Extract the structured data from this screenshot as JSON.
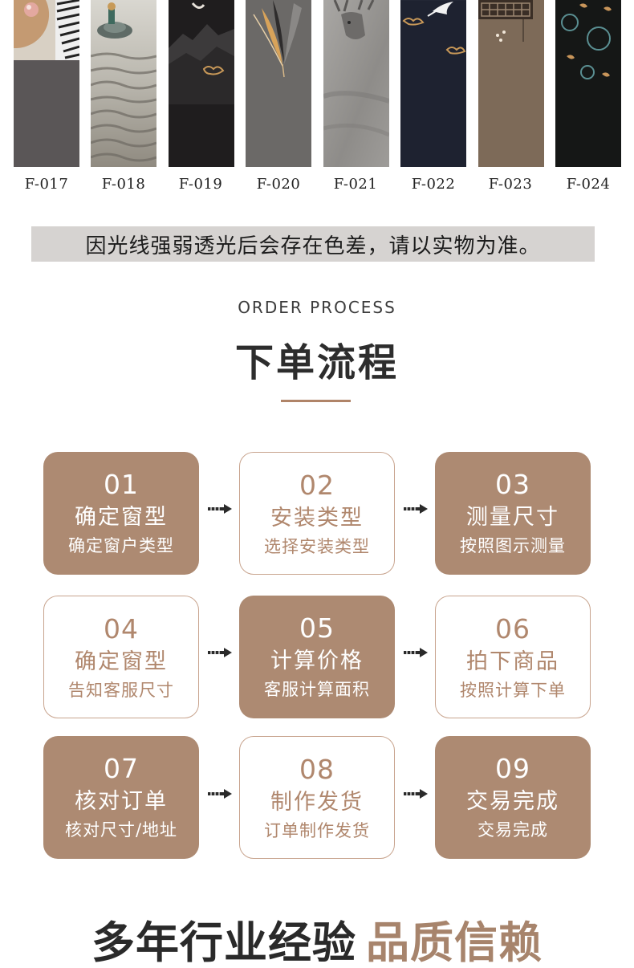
{
  "swatches": [
    {
      "code": "F-017",
      "art": "zebra-icon"
    },
    {
      "code": "F-018",
      "art": "water-icon"
    },
    {
      "code": "F-019",
      "art": "mountain-icon"
    },
    {
      "code": "F-020",
      "art": "feather-icon"
    },
    {
      "code": "F-021",
      "art": "deer-icon"
    },
    {
      "code": "F-022",
      "art": "crane-icon"
    },
    {
      "code": "F-023",
      "art": "lattice-icon"
    },
    {
      "code": "F-024",
      "art": "fish-icon"
    }
  ],
  "notice": "因光线强弱透光后会存在色差，请以实物为准。",
  "heading": {
    "en": "ORDER PROCESS",
    "cn": "下单流程"
  },
  "steps": [
    {
      "num": "01",
      "title": "确定窗型",
      "sub": "确定窗户类型",
      "style": "filled"
    },
    {
      "num": "02",
      "title": "安装类型",
      "sub": "选择安装类型",
      "style": "outline"
    },
    {
      "num": "03",
      "title": "测量尺寸",
      "sub": "按照图示测量",
      "style": "filled"
    },
    {
      "num": "04",
      "title": "确定窗型",
      "sub": "告知客服尺寸",
      "style": "outline"
    },
    {
      "num": "05",
      "title": "计算价格",
      "sub": "客服计算面积",
      "style": "filled"
    },
    {
      "num": "06",
      "title": "拍下商品",
      "sub": "按照计算下单",
      "style": "outline"
    },
    {
      "num": "07",
      "title": "核对订单",
      "sub": "核对尺寸/地址",
      "style": "filled"
    },
    {
      "num": "08",
      "title": "制作发货",
      "sub": "订单制作发货",
      "style": "outline"
    },
    {
      "num": "09",
      "title": "交易完成",
      "sub": "交易完成",
      "style": "filled"
    }
  ],
  "slogan": {
    "part1": "多年行业经验",
    "part2": "品质信赖"
  },
  "colors": {
    "accent": "#ad8a72",
    "accent_text": "#b0876d",
    "notice_bg": "#d6d3d1",
    "dark_text": "#2a2a2a"
  }
}
